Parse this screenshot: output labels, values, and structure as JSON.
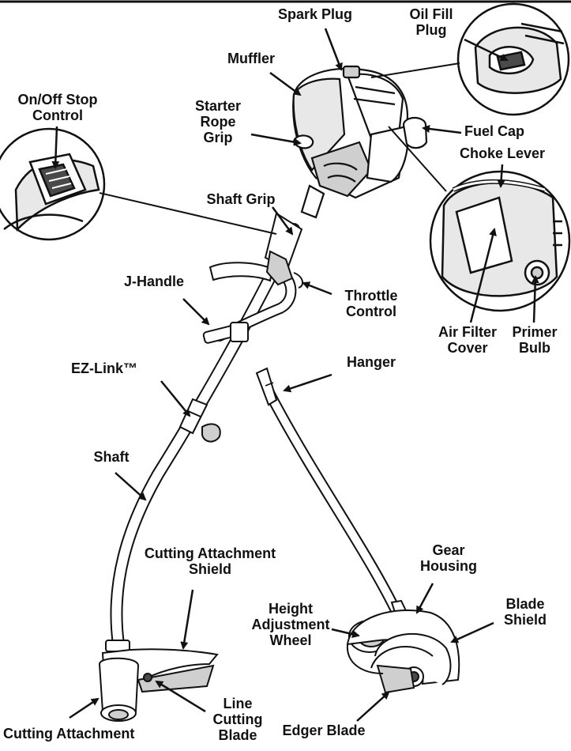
{
  "colors": {
    "ink": "#111111",
    "paper": "#ffffff",
    "shade": "#cfcfcf",
    "dark": "#4a4a4a"
  },
  "labels": {
    "spark_plug": "Spark Plug",
    "oil_fill_plug": [
      "Oil Fill",
      "Plug"
    ],
    "muffler": "Muffler",
    "on_off_stop_control": [
      "On/Off Stop",
      "Control"
    ],
    "starter_rope_grip": [
      "Starter",
      "Rope",
      "Grip"
    ],
    "fuel_cap": "Fuel Cap",
    "choke_lever": "Choke Lever",
    "shaft_grip": "Shaft Grip",
    "j_handle": "J-Handle",
    "throttle_control": [
      "Throttle",
      "Control"
    ],
    "air_filter_cover": [
      "Air Filter",
      "Cover"
    ],
    "primer_bulb": [
      "Primer",
      "Bulb"
    ],
    "ez_link": "EZ-Link™",
    "hanger": "Hanger",
    "shaft": "Shaft",
    "cutting_attachment_shield": [
      "Cutting Attachment",
      "Shield"
    ],
    "gear_housing": [
      "Gear",
      "Housing"
    ],
    "height_adjustment_wheel": [
      "Height",
      "Adjustment",
      "Wheel"
    ],
    "blade_shield": [
      "Blade",
      "Shield"
    ],
    "line_cutting_blade": [
      "Line",
      "Cutting",
      "Blade"
    ],
    "cutting_attachment": "Cutting Attachment",
    "edger_blade": "Edger Blade"
  }
}
